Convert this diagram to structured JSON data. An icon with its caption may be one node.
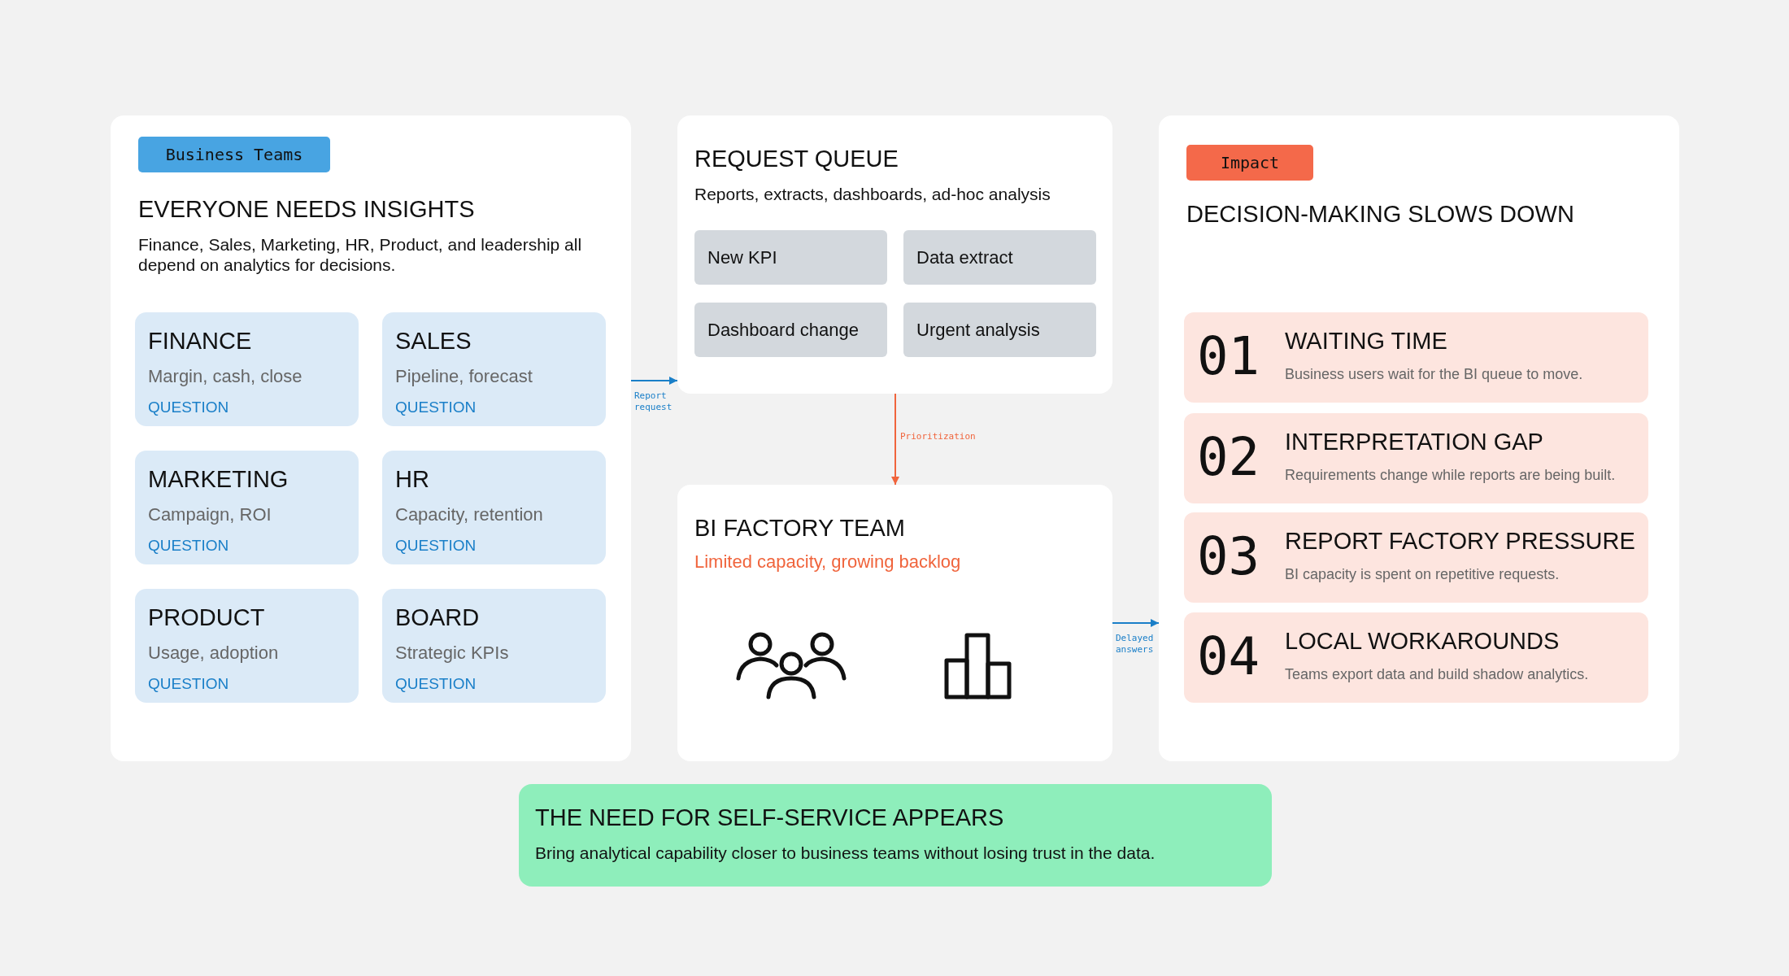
{
  "diagram": {
    "nodes": [
      {
        "text": [
          "EVERYONE NEEDS INSIGHTS",
          "Finance, Sales, Marketing, HR, Product, and leadership all depend on analytics for decisions."
        ]
      },
      {
        "text": [
          "Business Teams"
        ],
        "in": 0
      },
      {
        "text": [
          "FINANCE",
          "Margin, cash, close",
          "QUESTION"
        ],
        "in": 0
      },
      {
        "text": [
          "SALES",
          "Pipeline, forecast",
          "QUESTION"
        ],
        "in": 0
      },
      {
        "text": [
          "MARKETING",
          "Campaign, ROI",
          "QUESTION"
        ],
        "in": 0
      },
      {
        "text": [
          "HR",
          "Capacity, retention",
          "QUESTION"
        ],
        "in": 0
      },
      {
        "text": [
          "PRODUCT",
          "Usage, adoption",
          "QUESTION"
        ],
        "in": 0
      },
      {
        "text": [
          "BOARD",
          "Strategic KPIs",
          "QUESTION"
        ],
        "in": 0
      },
      {
        "text": [
          "REQUEST QUEUE",
          "Reports, extracts, dashboards, ad-hoc analysis"
        ]
      },
      {
        "text": [
          "New KPI"
        ],
        "in": 8
      },
      {
        "text": [
          "Data extract"
        ],
        "in": 8
      },
      {
        "text": [
          "Dashboard change"
        ],
        "in": 8
      },
      {
        "text": [
          "Urgent analysis"
        ],
        "in": 8
      },
      {
        "text": [
          "BI FACTORY TEAM",
          "Limited capacity, growing backlog"
        ]
      },
      {
        "text": [
          "DECISION-MAKING SLOWS DOWN"
        ]
      },
      {
        "text": [
          "Impact"
        ],
        "in": 14
      },
      {
        "text": [
          "01",
          "WAITING TIME",
          "Business users wait for the BI queue to move."
        ],
        "in": 14
      },
      {
        "text": [
          "02",
          "INTERPRETATION GAP",
          "Requirements change while reports are being built."
        ],
        "in": 14
      },
      {
        "text": [
          "03",
          "REPORT FACTORY PRESSURE",
          "BI capacity is spent on repetitive requests."
        ],
        "in": 14
      },
      {
        "text": [
          "04",
          "LOCAL WORKAROUNDS",
          "Teams export data and build shadow analytics."
        ],
        "in": 14
      },
      {
        "text": [
          "THE NEED FOR SELF-SERVICE APPEARS",
          "Bring analytical capability closer to business teams without losing trust in the data."
        ]
      }
    ],
    "edges": [
      {
        "from": 0,
        "to": 8,
        "arrow": "to",
        "label": "Report request"
      },
      {
        "from": 8,
        "to": 13,
        "arrow": "to",
        "label": "Prioritization",
        "color": "#f0643c"
      },
      {
        "from": 13,
        "to": 14,
        "arrow": "to",
        "label": "Delayed answers"
      }
    ]
  }
}
